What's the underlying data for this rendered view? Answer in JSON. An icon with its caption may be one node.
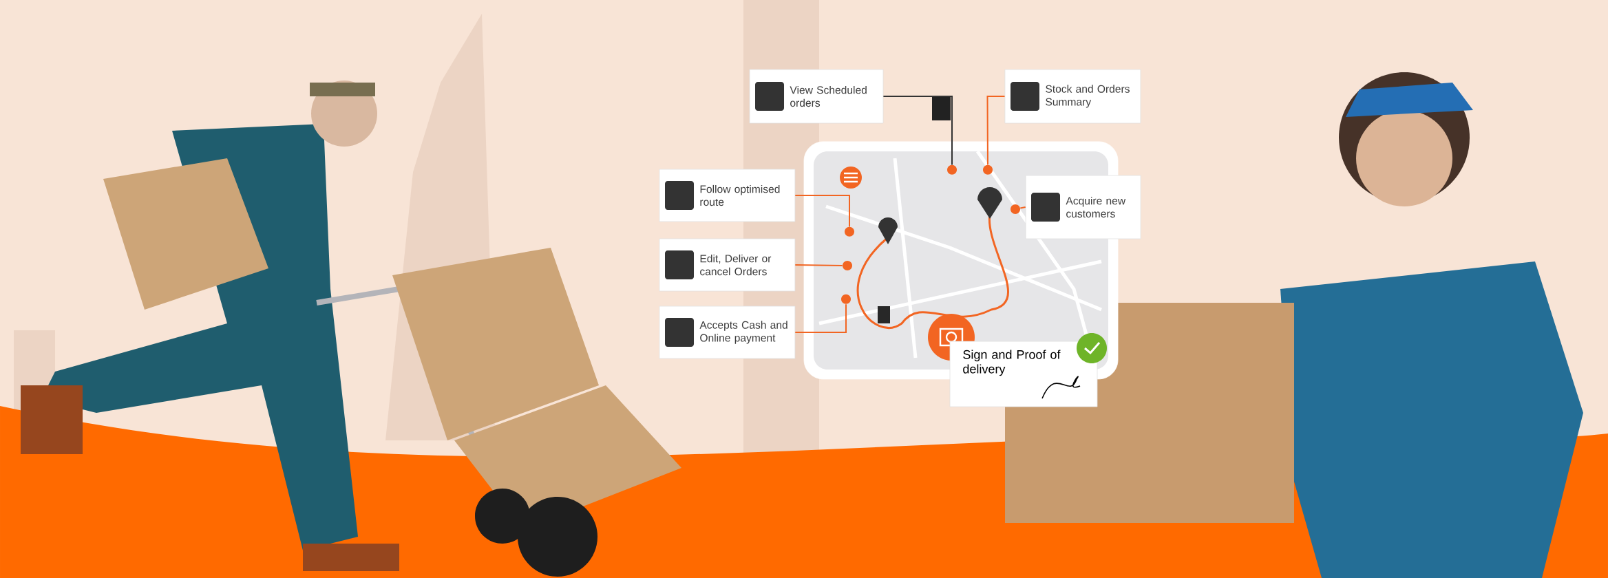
{
  "diagram": {
    "nodes": [
      {
        "text": [
          "View Scheduled orders"
        ]
      },
      {
        "text": [
          "Stock and Orders Summary"
        ]
      },
      {
        "text": [
          "Follow optimised route"
        ]
      },
      {
        "text": [
          "Edit, Deliver or cancel Orders"
        ]
      },
      {
        "text": [
          "Accepts Cash and Online payment"
        ]
      },
      {
        "text": [
          "Acquire new customers"
        ]
      },
      {
        "text": [],
        "shape": "picture"
      },
      {
        "text": [],
        "shape": "circle",
        "in": 6
      },
      {
        "text": [],
        "shape": "circle",
        "in": 6
      },
      {
        "text": [],
        "shape": "circle",
        "in": 6
      },
      {
        "text": [],
        "shape": "circle",
        "in": 6
      },
      {
        "text": [],
        "shape": "circle",
        "in": 6
      },
      {
        "text": [],
        "shape": "circle",
        "in": 6
      },
      {
        "text": [
          "Sign and Proof of delivery"
        ]
      }
    ],
    "edges": [
      {
        "from": 0,
        "to": 7,
        "arrow": "none",
        "color": "#333333"
      },
      {
        "from": 1,
        "to": 8,
        "arrow": "none"
      },
      {
        "from": 2,
        "to": 9,
        "arrow": "none"
      },
      {
        "from": 3,
        "to": 10,
        "arrow": "none"
      },
      {
        "from": 4,
        "to": 11,
        "arrow": "none"
      },
      {
        "from": 5,
        "to": 12,
        "arrow": "none"
      }
    ]
  }
}
